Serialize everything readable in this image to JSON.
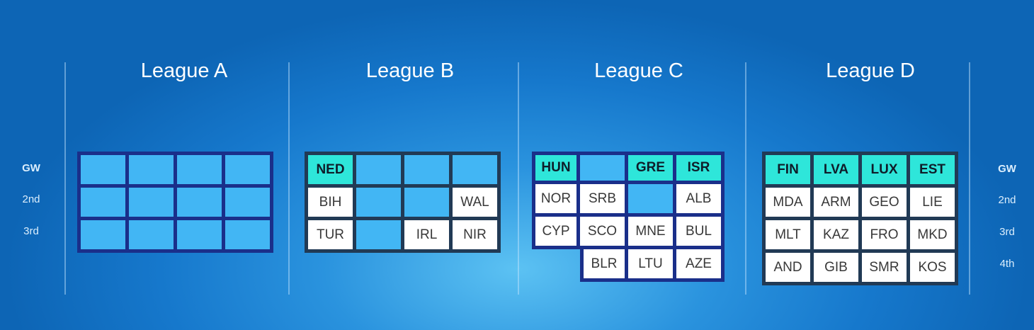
{
  "side_labels": {
    "left": [
      "GW",
      "2nd",
      "3rd"
    ],
    "right": [
      "GW",
      "2nd",
      "3rd",
      "4th"
    ]
  },
  "leagues": [
    {
      "title": "League A",
      "rows": [
        [
          {
            "t": "",
            "k": "empty"
          },
          {
            "t": "",
            "k": "empty"
          },
          {
            "t": "",
            "k": "empty"
          },
          {
            "t": "",
            "k": "empty"
          }
        ],
        [
          {
            "t": "",
            "k": "empty"
          },
          {
            "t": "",
            "k": "empty"
          },
          {
            "t": "",
            "k": "empty"
          },
          {
            "t": "",
            "k": "empty"
          }
        ],
        [
          {
            "t": "",
            "k": "empty"
          },
          {
            "t": "",
            "k": "empty"
          },
          {
            "t": "",
            "k": "empty"
          },
          {
            "t": "",
            "k": "empty"
          }
        ]
      ]
    },
    {
      "title": "League B",
      "rows": [
        [
          {
            "t": "NED",
            "k": "host"
          },
          {
            "t": "",
            "k": "empty"
          },
          {
            "t": "",
            "k": "empty"
          },
          {
            "t": "",
            "k": "empty"
          }
        ],
        [
          {
            "t": "BIH",
            "k": "team"
          },
          {
            "t": "",
            "k": "empty"
          },
          {
            "t": "",
            "k": "empty"
          },
          {
            "t": "WAL",
            "k": "team"
          }
        ],
        [
          {
            "t": "TUR",
            "k": "team"
          },
          {
            "t": "",
            "k": "empty"
          },
          {
            "t": "IRL",
            "k": "team"
          },
          {
            "t": "NIR",
            "k": "team"
          }
        ]
      ]
    },
    {
      "title": "League C",
      "rows": [
        [
          {
            "t": "HUN",
            "k": "host"
          },
          {
            "t": "",
            "k": "empty"
          },
          {
            "t": "GRE",
            "k": "host"
          },
          {
            "t": "ISR",
            "k": "host"
          }
        ],
        [
          {
            "t": "NOR",
            "k": "team"
          },
          {
            "t": "SRB",
            "k": "team"
          },
          {
            "t": "",
            "k": "empty"
          },
          {
            "t": "ALB",
            "k": "team"
          }
        ],
        [
          {
            "t": "CYP",
            "k": "team"
          },
          {
            "t": "SCO",
            "k": "team"
          },
          {
            "t": "MNE",
            "k": "team"
          },
          {
            "t": "BUL",
            "k": "team"
          }
        ],
        [
          {
            "t": "",
            "k": "none"
          },
          {
            "t": "BLR",
            "k": "team"
          },
          {
            "t": "LTU",
            "k": "team"
          },
          {
            "t": "AZE",
            "k": "team"
          }
        ]
      ]
    },
    {
      "title": "League D",
      "rows": [
        [
          {
            "t": "FIN",
            "k": "host"
          },
          {
            "t": "LVA",
            "k": "host"
          },
          {
            "t": "LUX",
            "k": "host"
          },
          {
            "t": "EST",
            "k": "host"
          }
        ],
        [
          {
            "t": "MDA",
            "k": "team"
          },
          {
            "t": "ARM",
            "k": "team"
          },
          {
            "t": "GEO",
            "k": "team"
          },
          {
            "t": "LIE",
            "k": "team"
          }
        ],
        [
          {
            "t": "MLT",
            "k": "team"
          },
          {
            "t": "KAZ",
            "k": "team"
          },
          {
            "t": "FRO",
            "k": "team"
          },
          {
            "t": "MKD",
            "k": "team"
          }
        ],
        [
          {
            "t": "AND",
            "k": "team"
          },
          {
            "t": "GIB",
            "k": "team"
          },
          {
            "t": "SMR",
            "k": "team"
          },
          {
            "t": "KOS",
            "k": "team"
          }
        ]
      ]
    }
  ]
}
